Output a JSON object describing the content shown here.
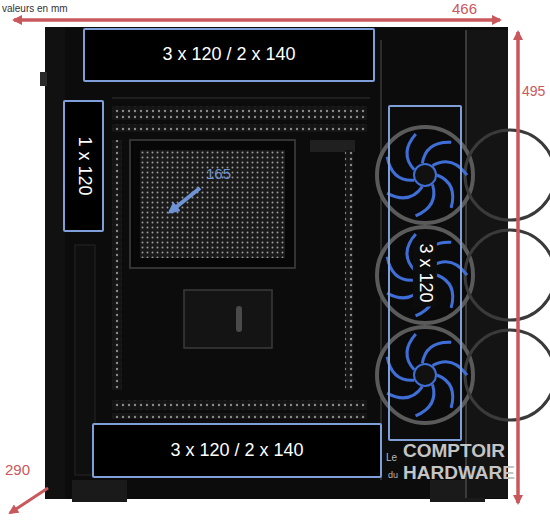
{
  "diagram": {
    "nodes": [
      {
        "text": [
          "3 x 120 / 2 x 140"
        ]
      },
      {
        "text": [
          "1 x 120"
        ]
      },
      {
        "text": [
          "3 x 120"
        ]
      },
      {
        "text": [
          "3 x 120 / 2 x 140"
        ]
      }
    ],
    "labels": [
      "valeurs en mm",
      "466",
      "495",
      "290",
      "165",
      "Le",
      "COMPTOIR",
      "du",
      "HARDWARE"
    ]
  }
}
